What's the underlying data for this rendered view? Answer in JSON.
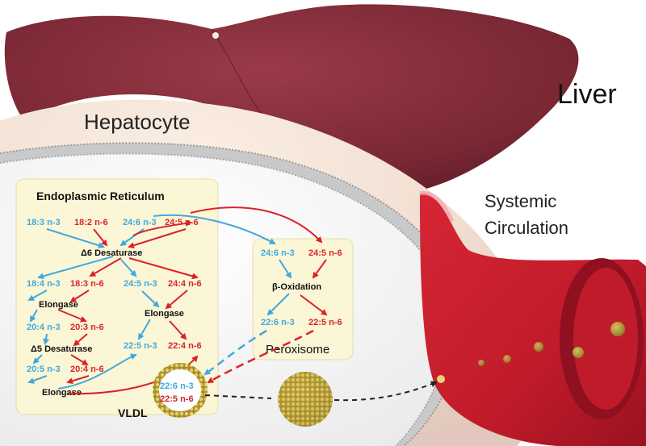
{
  "labels": {
    "liver": "Liver",
    "hepatocyte": "Hepatocyte",
    "systemic_line1": "Systemic",
    "systemic_line2": "Circulation",
    "er_title": "Endoplasmic Reticulum",
    "peroxisome": "Peroxisome",
    "vldl": "VLDL"
  },
  "er_nodes": {
    "n3_18_3": "18:3 n-3",
    "n6_18_2": "18:2 n-6",
    "n3_24_6": "24:6 n-3",
    "n6_24_5": "24:5 n-6",
    "d6_desaturase": "Δ6 Desaturase",
    "n3_18_4": "18:4 n-3",
    "n6_18_3": "18:3 n-6",
    "n3_24_5": "24:5 n-3",
    "n6_24_4": "24:4 n-6",
    "elongase_1": "Elongase",
    "elongase_mid": "Elongase",
    "n3_20_4": "20:4 n-3",
    "n6_20_3": "20:3 n-6",
    "d5_desaturase": "Δ5 Desaturase",
    "n3_22_5": "22:5 n-3",
    "n6_22_4": "22:4 n-6",
    "n3_20_5": "20:5 n-3",
    "n6_20_4": "20:4 n-6",
    "elongase_2": "Elongase"
  },
  "peroxisome_nodes": {
    "n3_24_6": "24:6 n-3",
    "n6_24_5": "24:5 n-6",
    "beta_oxidation": "β-Oxidation",
    "n3_22_6": "22:6 n-3",
    "n6_22_5": "22:5 n-6"
  },
  "vldl_nodes": {
    "n3_22_6": "22:6 n-3",
    "n6_22_5": "22:5 n-6"
  },
  "colors": {
    "n3": "#3fa9e0",
    "n6": "#d8232a",
    "liver": "#7e2c38",
    "vessel": "#c41e2c",
    "panel": "#fbf6d6"
  }
}
